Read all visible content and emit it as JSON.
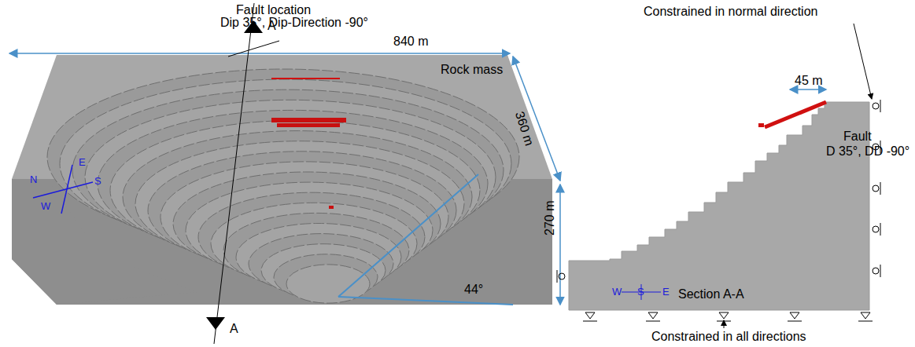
{
  "diagram": {
    "labels": [
      "Fault location",
      "Dip 35°, Dip-Direction -90°",
      "A",
      "840 m",
      "Rock mass",
      "360 m",
      "270 m",
      "N",
      "E",
      "S",
      "W",
      "44°",
      "A",
      "Constrained in normal direction",
      "45 m",
      "Fault",
      "D 35°, DD -90°",
      "W",
      "S",
      "E",
      "Section A-A",
      "Constrained in all directions"
    ]
  }
}
